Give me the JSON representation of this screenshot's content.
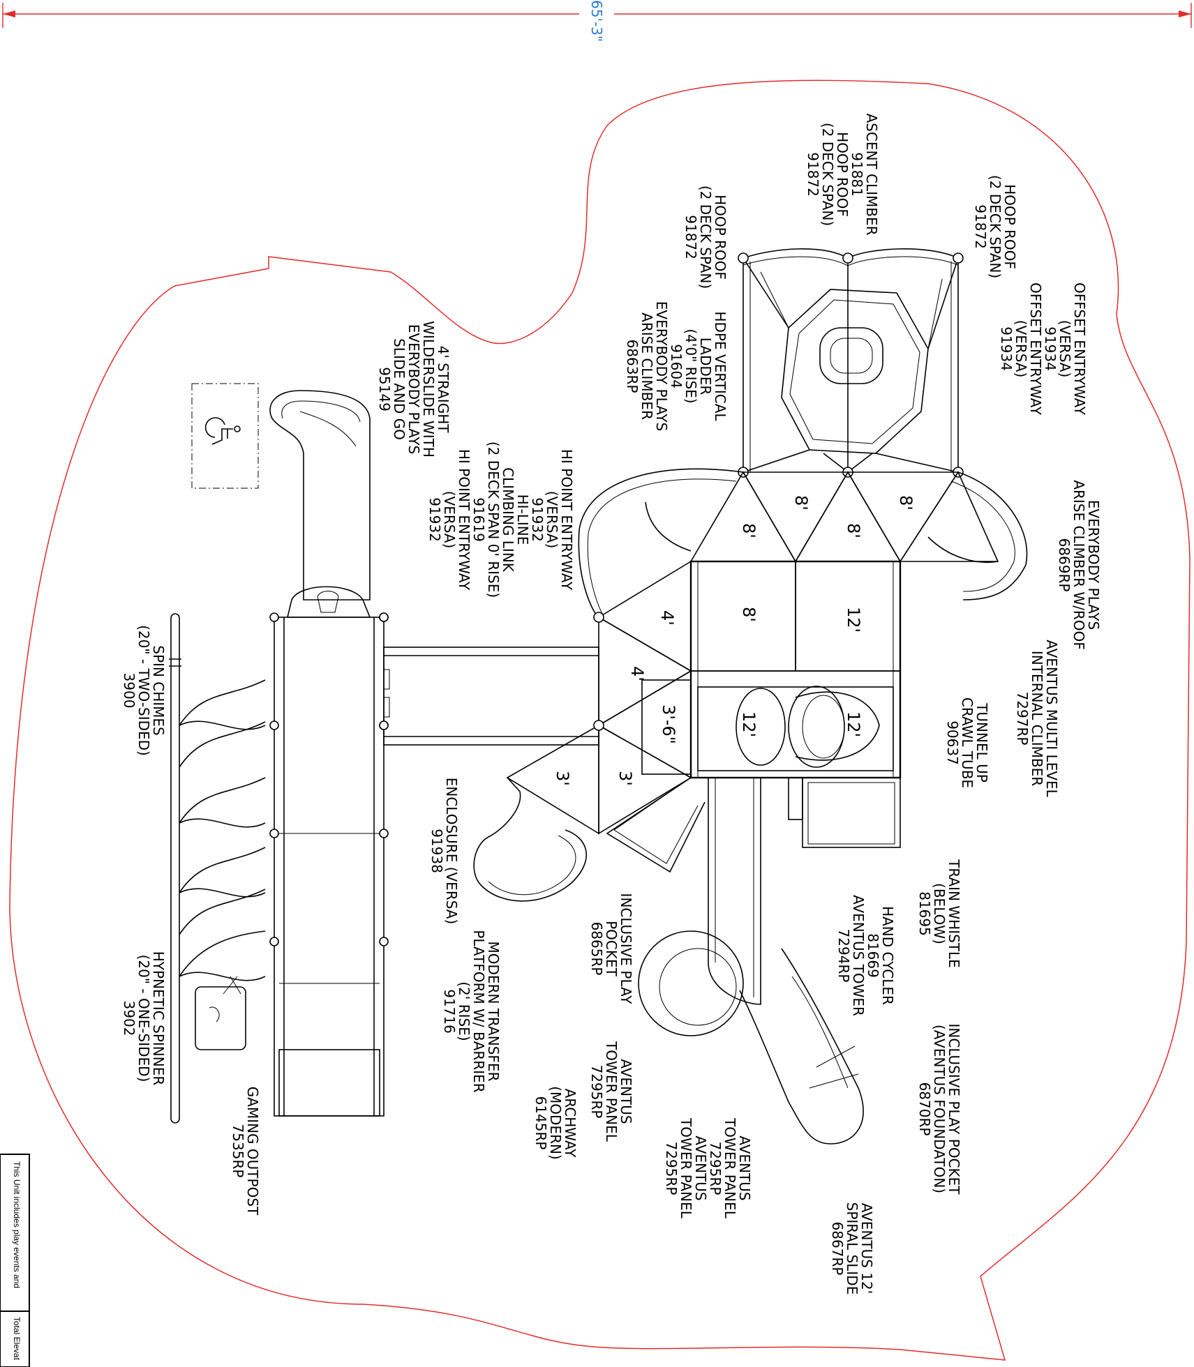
{
  "drawing": {
    "dimension": "65'-3\"",
    "note_left": "This Unit includes play events and",
    "note_right": "Total Elevat"
  },
  "colors": {
    "boundary": "#e32b2b",
    "dimension": "#2a7bd4",
    "ink": "#000000"
  },
  "icons": [
    "accessibility-icon"
  ],
  "deck_labels": [
    "8'",
    "8'",
    "8'",
    "8'",
    "8'",
    "12'",
    "4'",
    "4'",
    "12'",
    "12'",
    "3'-6\"",
    "3'",
    "3'"
  ],
  "components": [
    {
      "lines": [
        "HOOP ROOF",
        "(2 DECK SPAN)",
        "91872"
      ]
    },
    {
      "lines": [
        "ASCENT CLIMBER",
        "91881",
        "HOOP ROOF",
        "(2 DECK SPAN)",
        "91872"
      ]
    },
    {
      "lines": [
        "HOOP ROOF",
        "(2 DECK SPAN)",
        "91872"
      ]
    },
    {
      "lines": [
        "OFFSET ENTRYWAY",
        "(VERSA)",
        "91934",
        "OFFSET ENTRYWAY",
        "(VERSA)",
        "91934"
      ]
    },
    {
      "lines": [
        "EVERYBODY PLAYS",
        "ARISE CLIMBER W/ROOF",
        "6869RP"
      ]
    },
    {
      "lines": [
        "AVENTUS MULTI LEVEL",
        "INTERNAL CLIMBER",
        "7297RP"
      ]
    },
    {
      "lines": [
        "TUNNEL UP",
        "CRAWL TUBE",
        "90637"
      ]
    },
    {
      "lines": [
        "TRAIN WHISTLE",
        "(BELOW)",
        "81695"
      ]
    },
    {
      "lines": [
        "HAND CYCLER",
        "81669",
        "AVENTUS TOWER",
        "7294RP"
      ]
    },
    {
      "lines": [
        "INCLUSIVE PLAY POCKET",
        "(AVENTUS FOUNDATON)",
        "6870RP"
      ]
    },
    {
      "lines": [
        "AVENTUS",
        "TOWER PANEL",
        "7295RP",
        "AVENTUS",
        "TOWER PANEL",
        "7295RP"
      ]
    },
    {
      "lines": [
        "AVENTUS 12'",
        "SPIRAL SLIDE",
        "6867RP"
      ]
    },
    {
      "lines": [
        "AVENTUS",
        "TOWER PANEL",
        "7295RP"
      ]
    },
    {
      "lines": [
        "ARCHWAY",
        "(MODERN)",
        "6145RP"
      ]
    },
    {
      "lines": [
        "INCLUSIVE PLAY",
        "POCKET",
        "6865RP"
      ]
    },
    {
      "lines": [
        "MODERN TRANSFER",
        "PLATFORM W/ BARRIER",
        "(2' RISE)",
        "91716"
      ]
    },
    {
      "lines": [
        "ENCLOSURE (VERSA)",
        "91938"
      ]
    },
    {
      "lines": [
        "HI POINT ENTRYWAY",
        "(VERSA)",
        "91932",
        "HI-LINE",
        "CLIMBING LINK",
        "(2 DECK SPAN 0' RISE)",
        "91619",
        "HI POINT ENTRYWAY",
        "(VERSA)",
        "91932"
      ]
    },
    {
      "lines": [
        "HDPE VERTICAL",
        "LADDER",
        "(4'0\" RISE)",
        "91604",
        "EVERYBODY PLAYS",
        "ARISE CLIMBER",
        "6863RP"
      ]
    },
    {
      "lines": [
        "4' STRAIGHT",
        "WILDERSLIDE WITH",
        "EVERYBODY PLAYS",
        "SLIDE AND GO",
        "95149"
      ]
    },
    {
      "lines": [
        "SPIN CHIMES",
        "(20\" - TWO-SIDED)",
        "3900"
      ]
    },
    {
      "lines": [
        "HYPNETIC SPINNER",
        "(20\" - ONE-SIDED)",
        "3902"
      ]
    },
    {
      "lines": [
        "GAMING OUTPOST",
        "7535RP"
      ]
    }
  ]
}
